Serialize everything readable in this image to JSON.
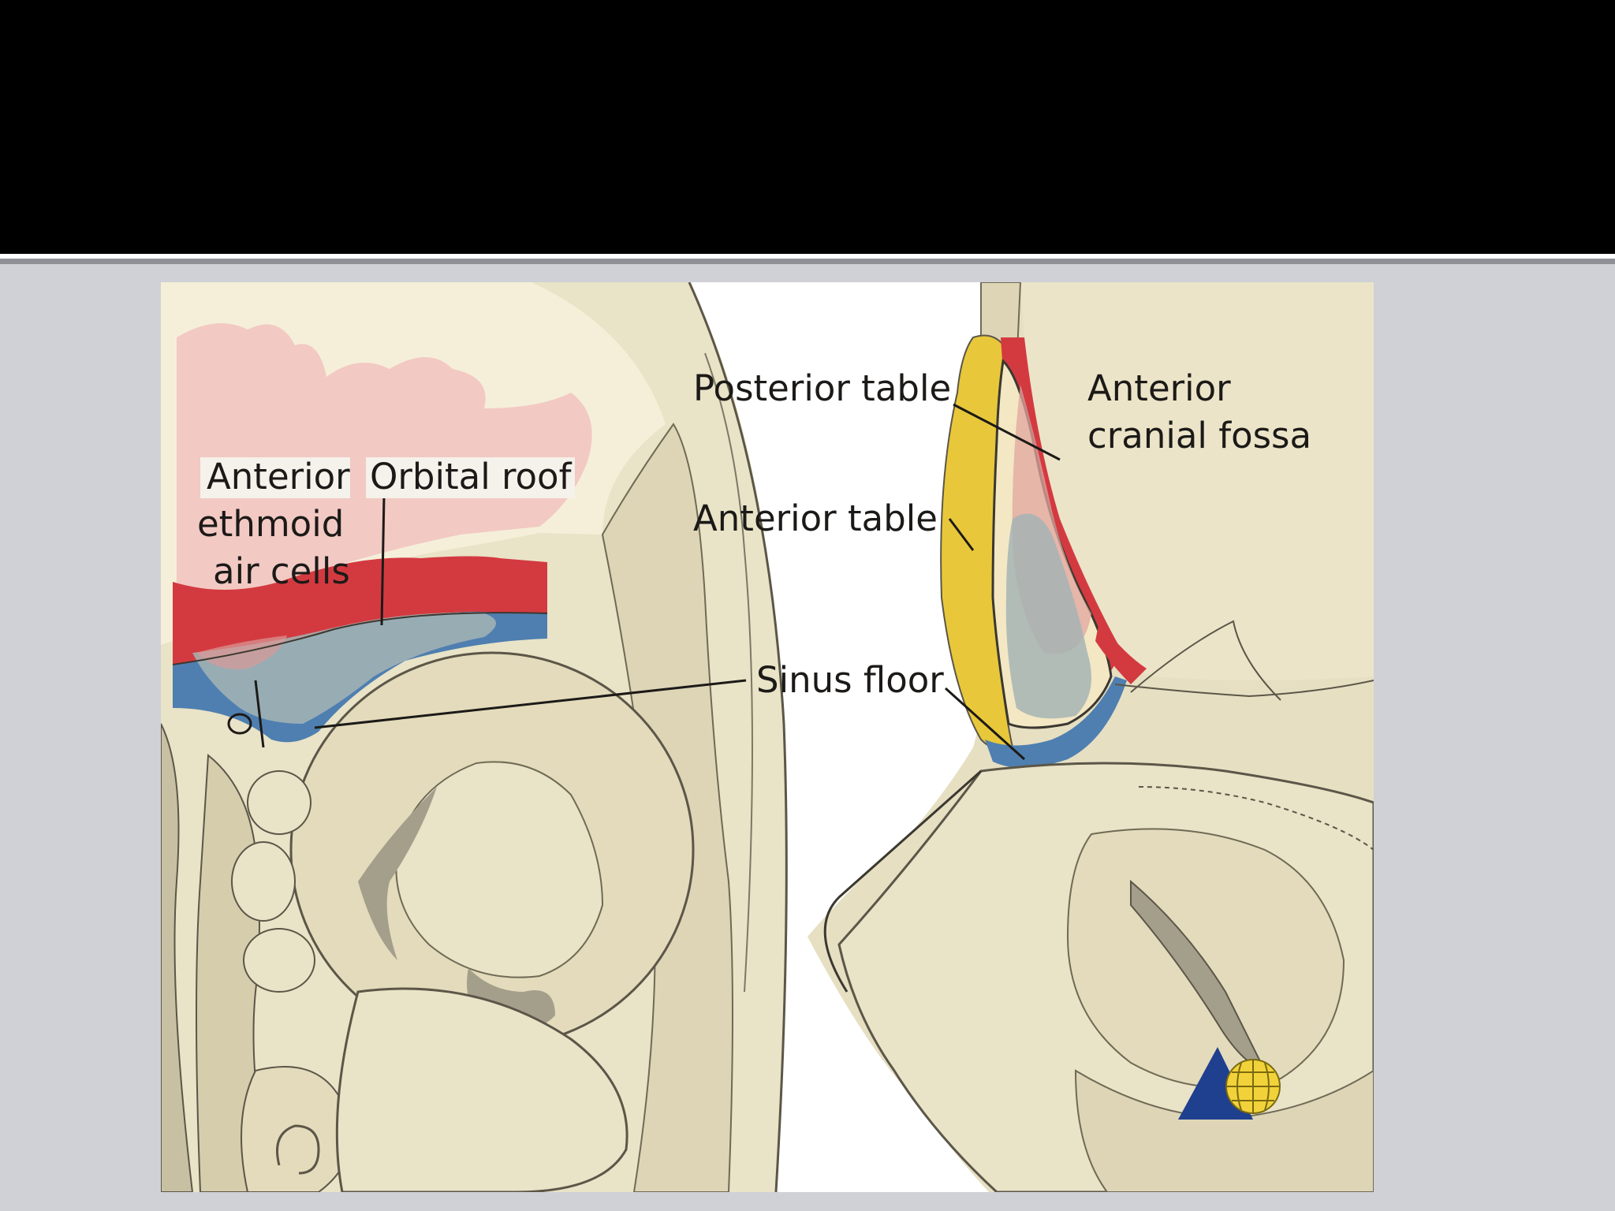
{
  "figure": {
    "labels": {
      "anterior_ethmoid_1": "Anterior",
      "anterior_ethmoid_2": "ethmoid",
      "anterior_ethmoid_3": "air cells",
      "orbital_roof": "Orbital roof",
      "posterior_table": "Posterior table",
      "anterior_table": "Anterior table",
      "anterior_cranial_fossa_1": "Anterior",
      "anterior_cranial_fossa_2": "cranial fossa",
      "sinus_floor": "Sinus floor"
    },
    "colors": {
      "bone": "#e9e3c7",
      "bone_dark": "#d8cfaa",
      "brain_pink": "#f2c9c3",
      "cortex_red": "#d33a40",
      "floor_blue": "#4f7fb0",
      "sinus_grey": "#a5b4b5",
      "table_yellow": "#e8c83a",
      "logo_blue": "#1f3f8f",
      "logo_yellow": "#f2d23a"
    }
  }
}
